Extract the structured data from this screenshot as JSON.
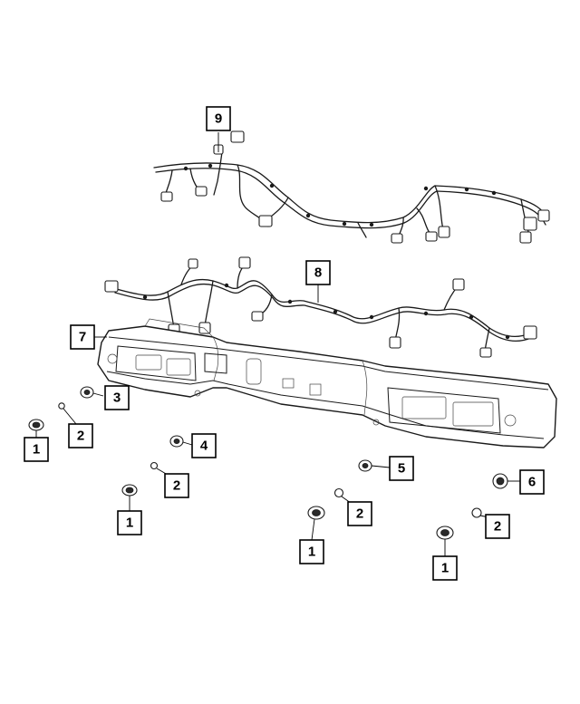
{
  "callouts": {
    "c9": "9",
    "c8": "8",
    "c7": "7",
    "c3": "3",
    "c4": "4",
    "c5": "5",
    "c6": "6",
    "c1a": "1",
    "c1b": "1",
    "c1c": "1",
    "c1d": "1",
    "c2a": "2",
    "c2b": "2",
    "c2c": "2",
    "c2d": "2"
  }
}
